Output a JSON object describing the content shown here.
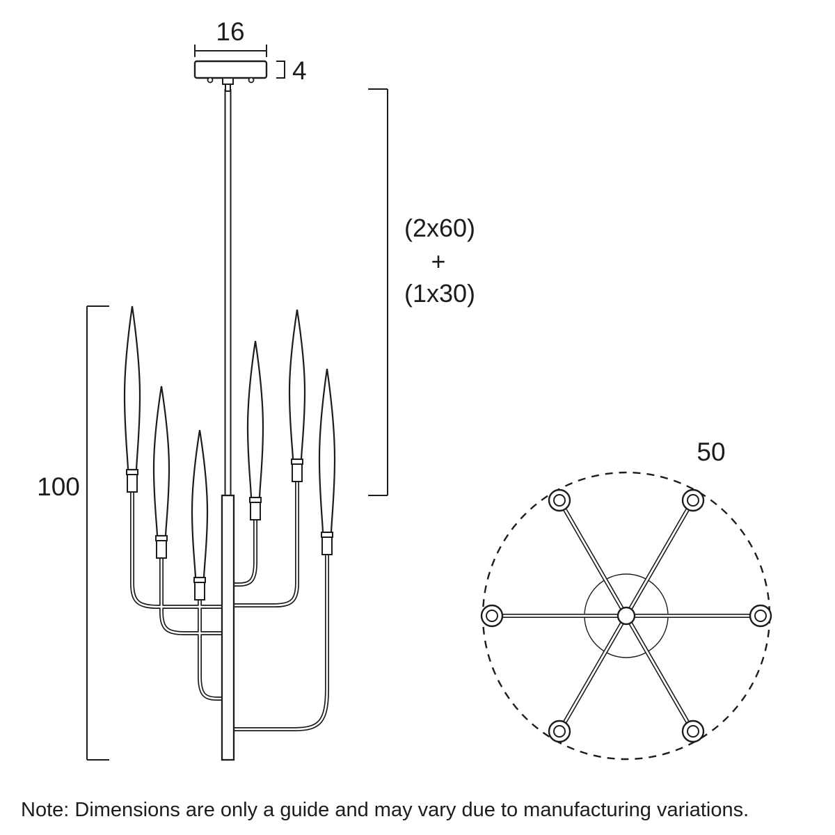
{
  "front_view": {
    "labels": {
      "canopy_width": "16",
      "canopy_height": "4",
      "rod_length_line1": "(2x60)",
      "rod_length_line2": "+",
      "rod_length_line3": "(1x30)",
      "fixture_height": "100"
    }
  },
  "top_view": {
    "labels": {
      "diameter": "50"
    }
  },
  "note": "Note: Dimensions are only a guide and may vary due to manufacturing variations.",
  "colors": {
    "line": "#1c1c1c",
    "background": "#ffffff"
  }
}
